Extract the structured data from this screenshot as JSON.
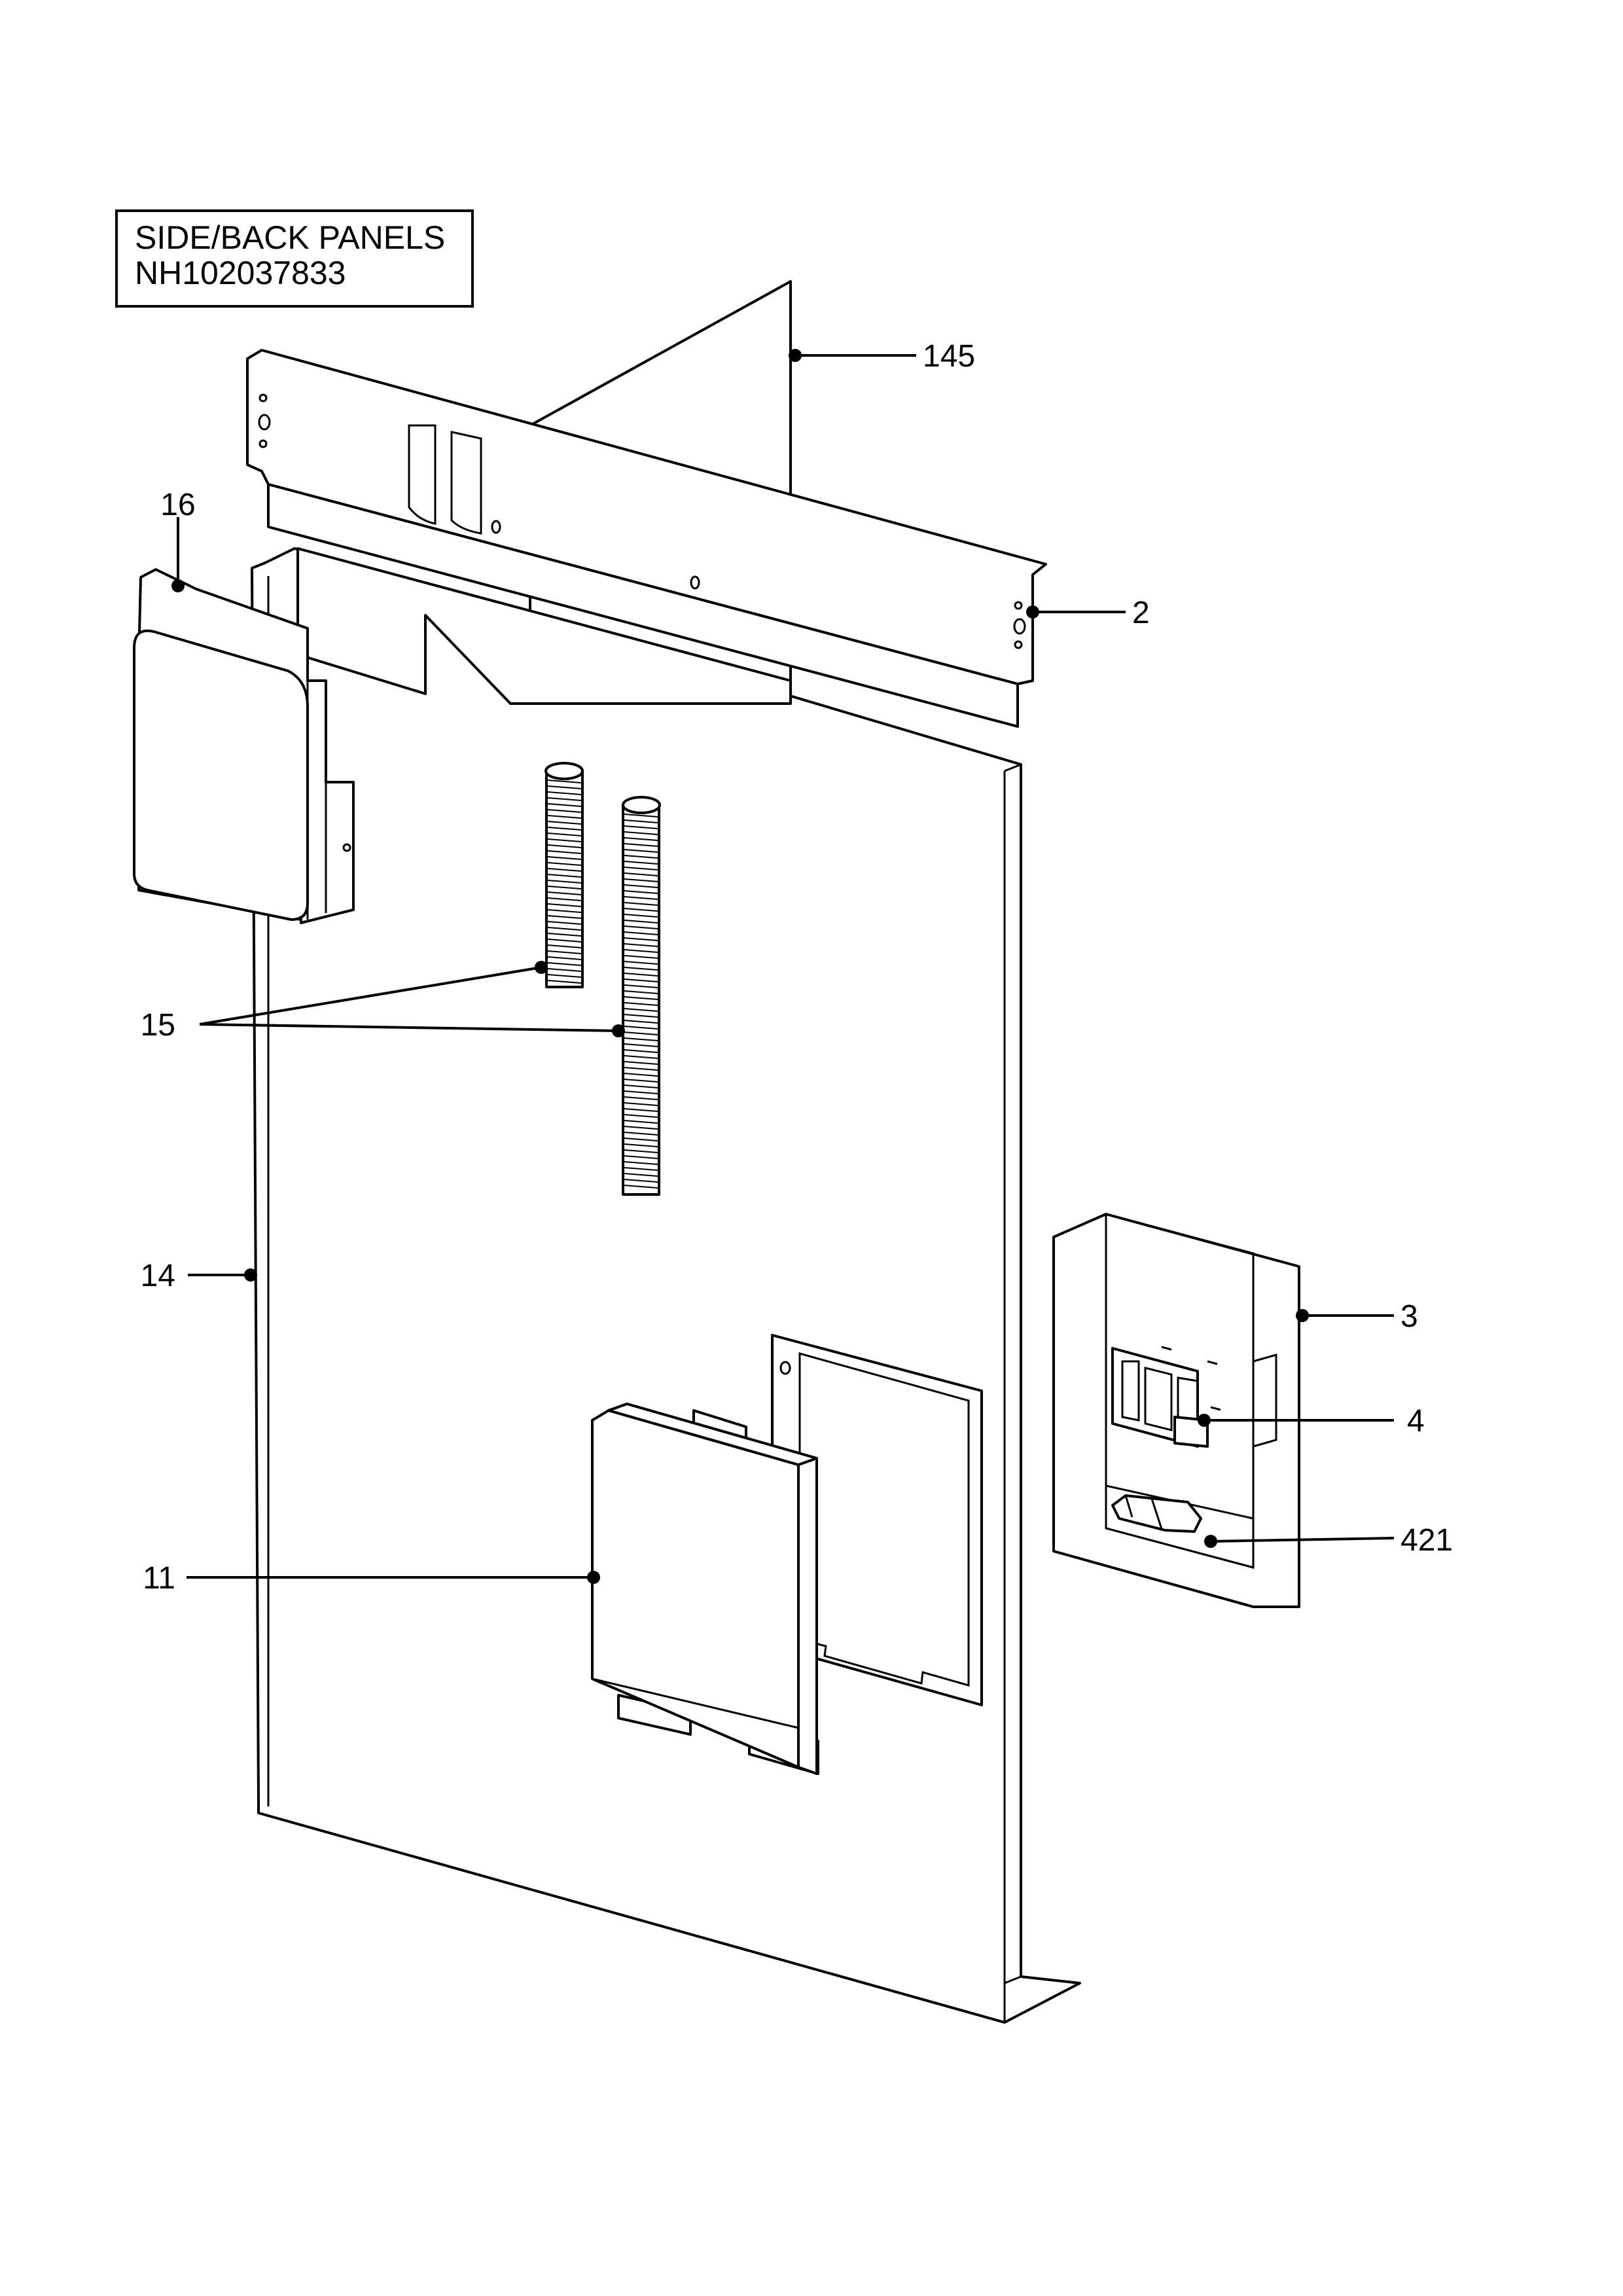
{
  "title_block": {
    "title": "SIDE/BACK PANELS",
    "part_number": "NH102037833"
  },
  "callouts": [
    {
      "id": "c145",
      "label": "145",
      "part": "top vertical back panel"
    },
    {
      "id": "c2",
      "label": "2",
      "part": "top rail"
    },
    {
      "id": "c16",
      "label": "16",
      "part": "corner cover"
    },
    {
      "id": "c15",
      "label": "15",
      "part": "corrugated conduits"
    },
    {
      "id": "c14",
      "label": "14",
      "part": "side panel"
    },
    {
      "id": "c11",
      "label": "11",
      "part": "electrical box cover"
    },
    {
      "id": "c3",
      "label": "3",
      "part": "switch housing"
    },
    {
      "id": "c4",
      "label": "4",
      "part": "switch bracket"
    },
    {
      "id": "c421",
      "label": "421",
      "part": "rocker switch"
    }
  ]
}
